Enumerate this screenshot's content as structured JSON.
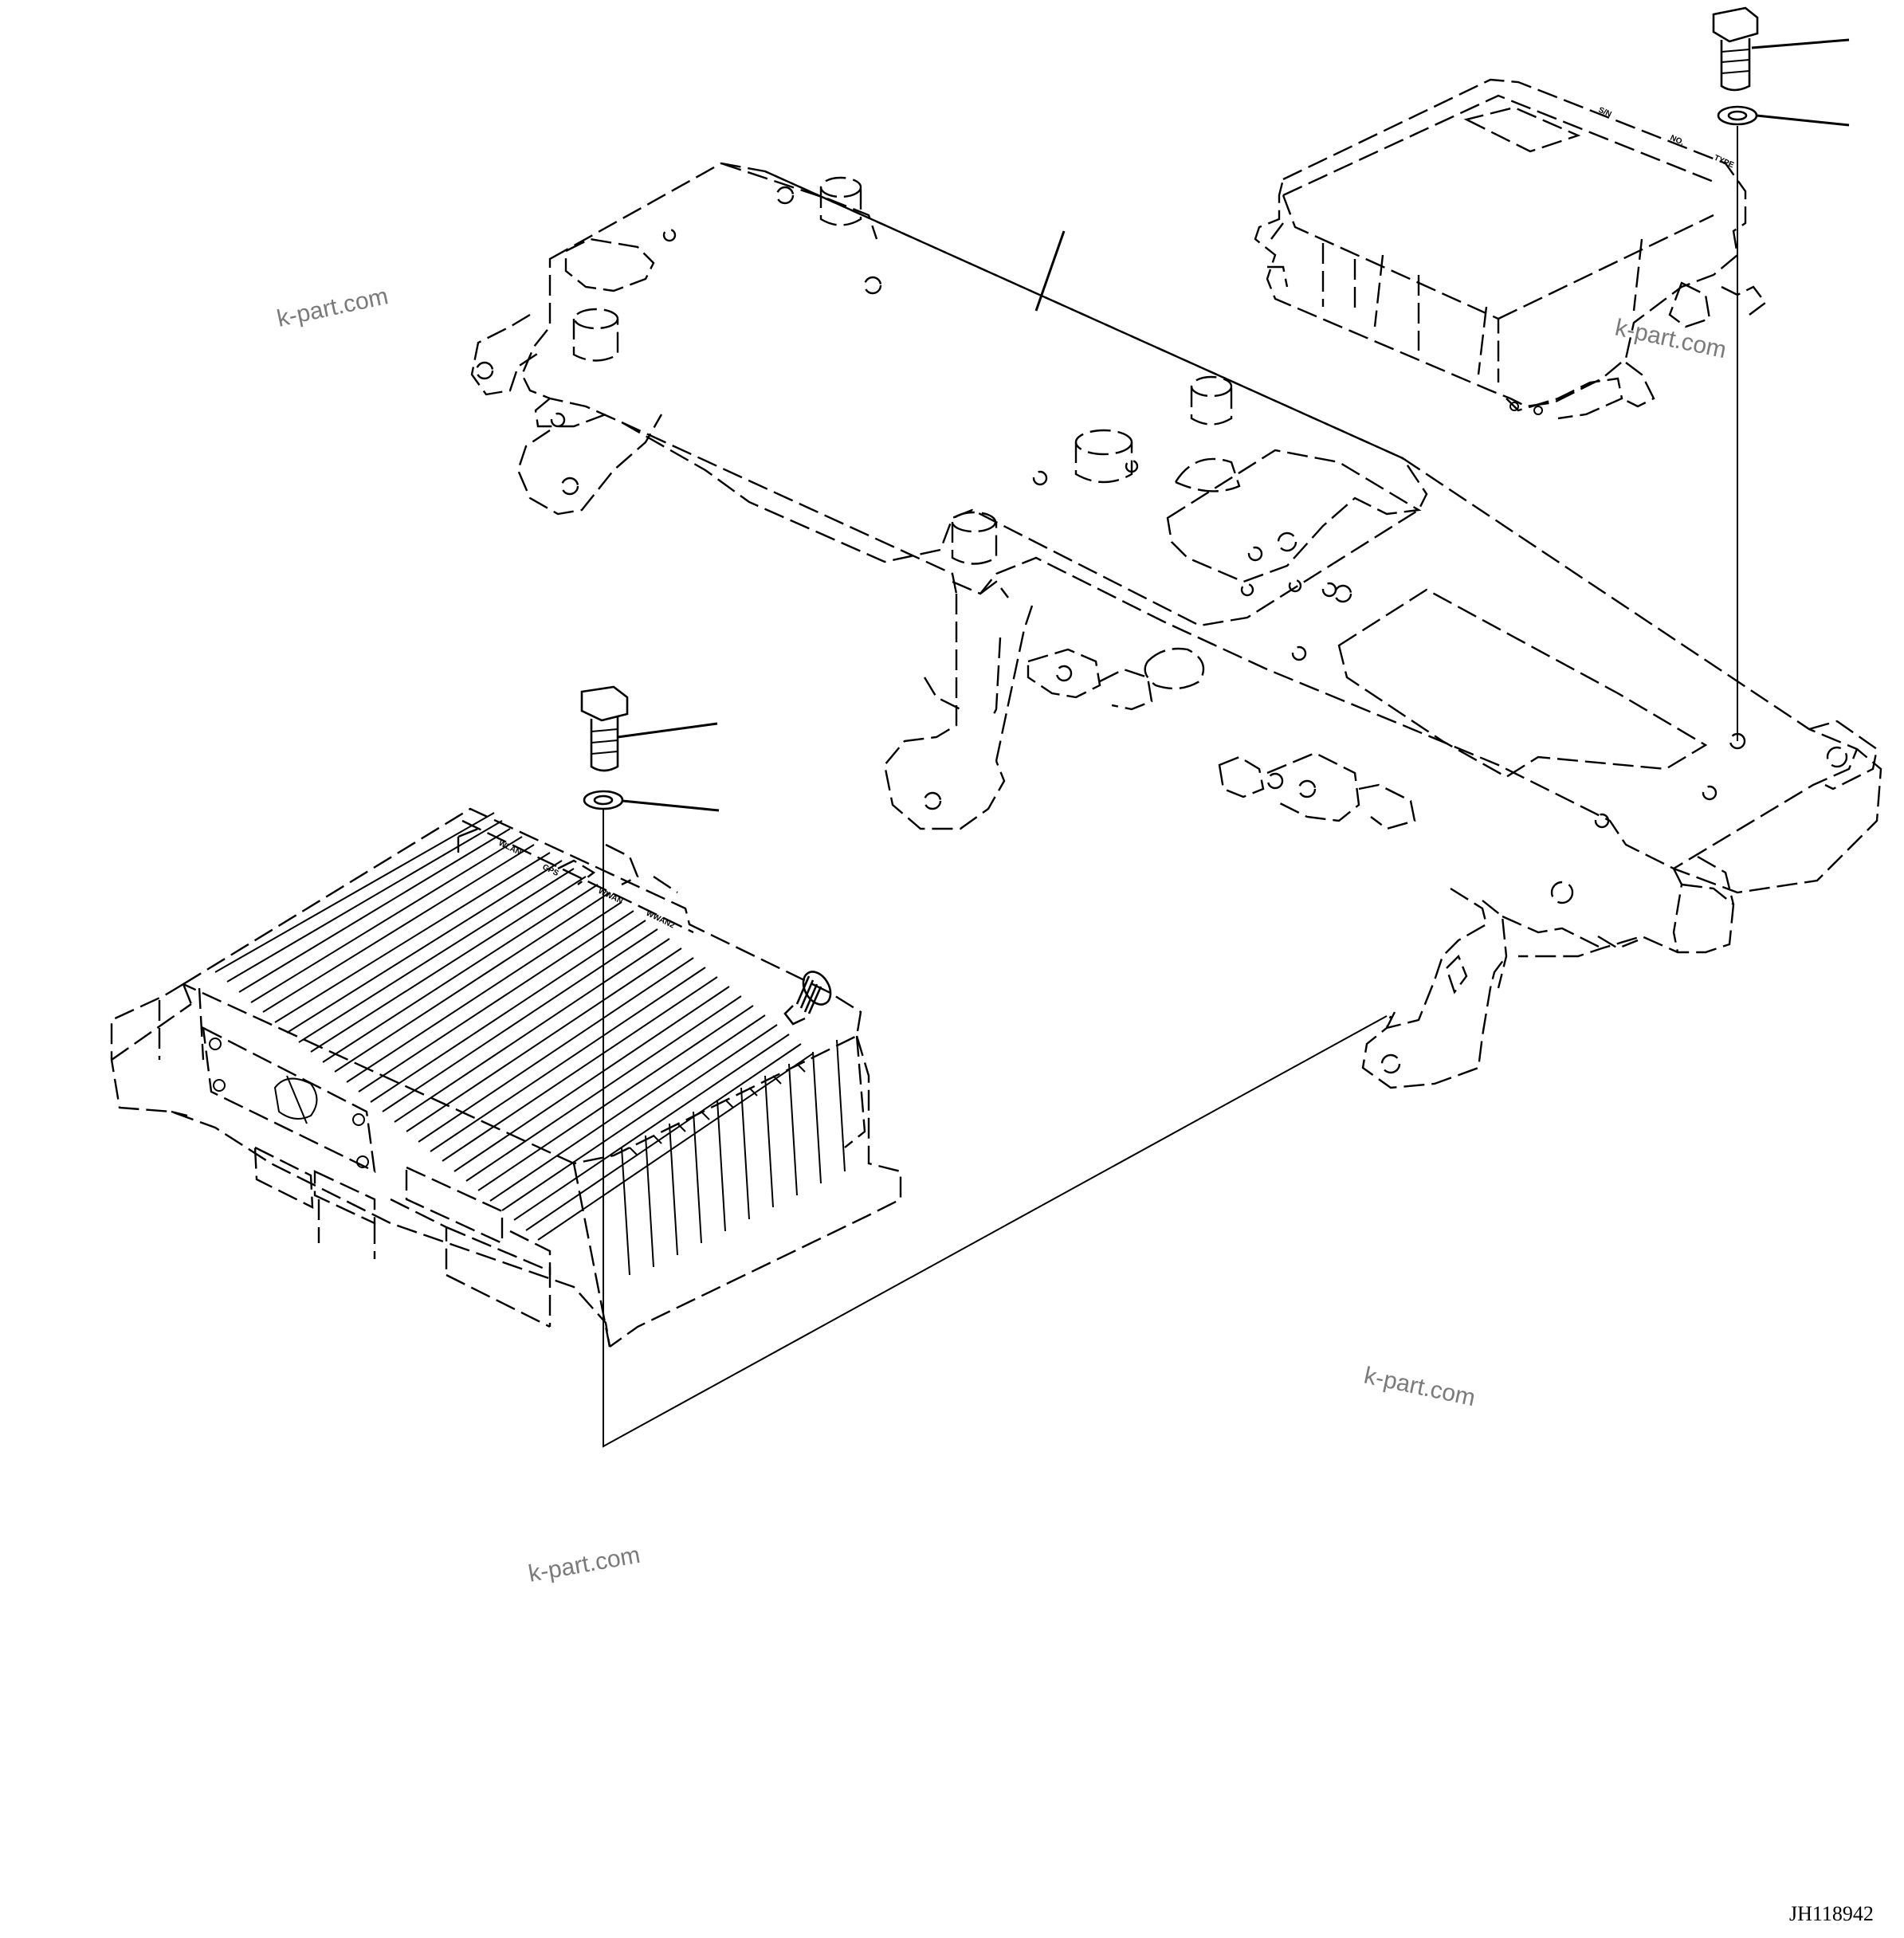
{
  "drawing": {
    "code": "JH118942",
    "watermark": "k-part.com",
    "controller_labels": [
      "WLAN",
      "GPS",
      "WWAN",
      "WWAN2"
    ]
  },
  "colors": {
    "line": "#000000",
    "watermark": "#7a7a7a",
    "background": "#ffffff"
  }
}
